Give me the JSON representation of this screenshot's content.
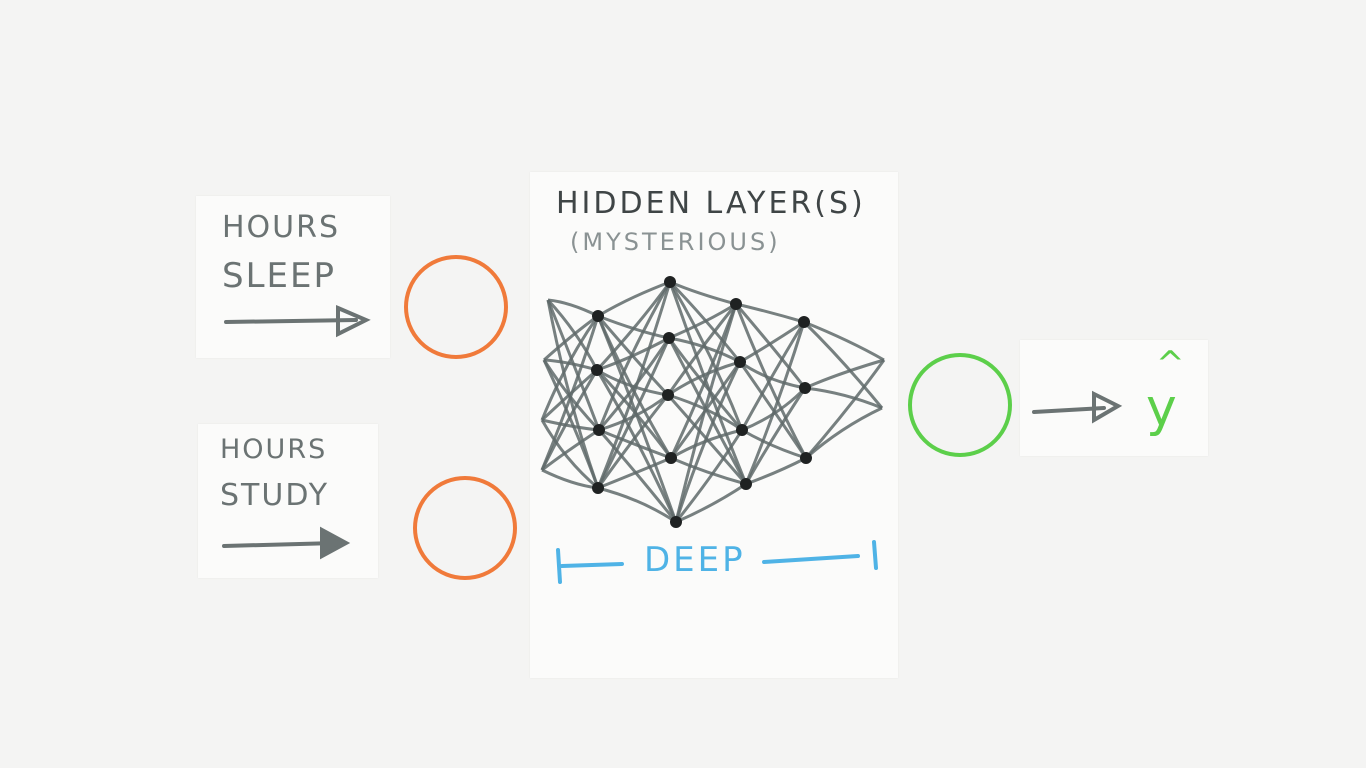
{
  "inputs": [
    {
      "line1": "HOURS",
      "line2": "SLEEP"
    },
    {
      "line1": "HOURS",
      "line2": "STUDY"
    }
  ],
  "hidden": {
    "title": "HIDDEN LAYER(S)",
    "subtitle": "(MYSTERIOUS)",
    "depth_label": "DEEP"
  },
  "output": {
    "symbol": "y",
    "caret": "^"
  },
  "colors": {
    "input_neuron": "#f07a3a",
    "output_neuron": "#5ccf4a",
    "connection": "#5f6a6a",
    "node": "#1f2222",
    "arrow": "#6b7373",
    "deep_bracket": "#4fb3e6"
  },
  "icons": {
    "input_arrow": "right-arrow-icon",
    "output_arrow": "right-arrow-icon"
  }
}
